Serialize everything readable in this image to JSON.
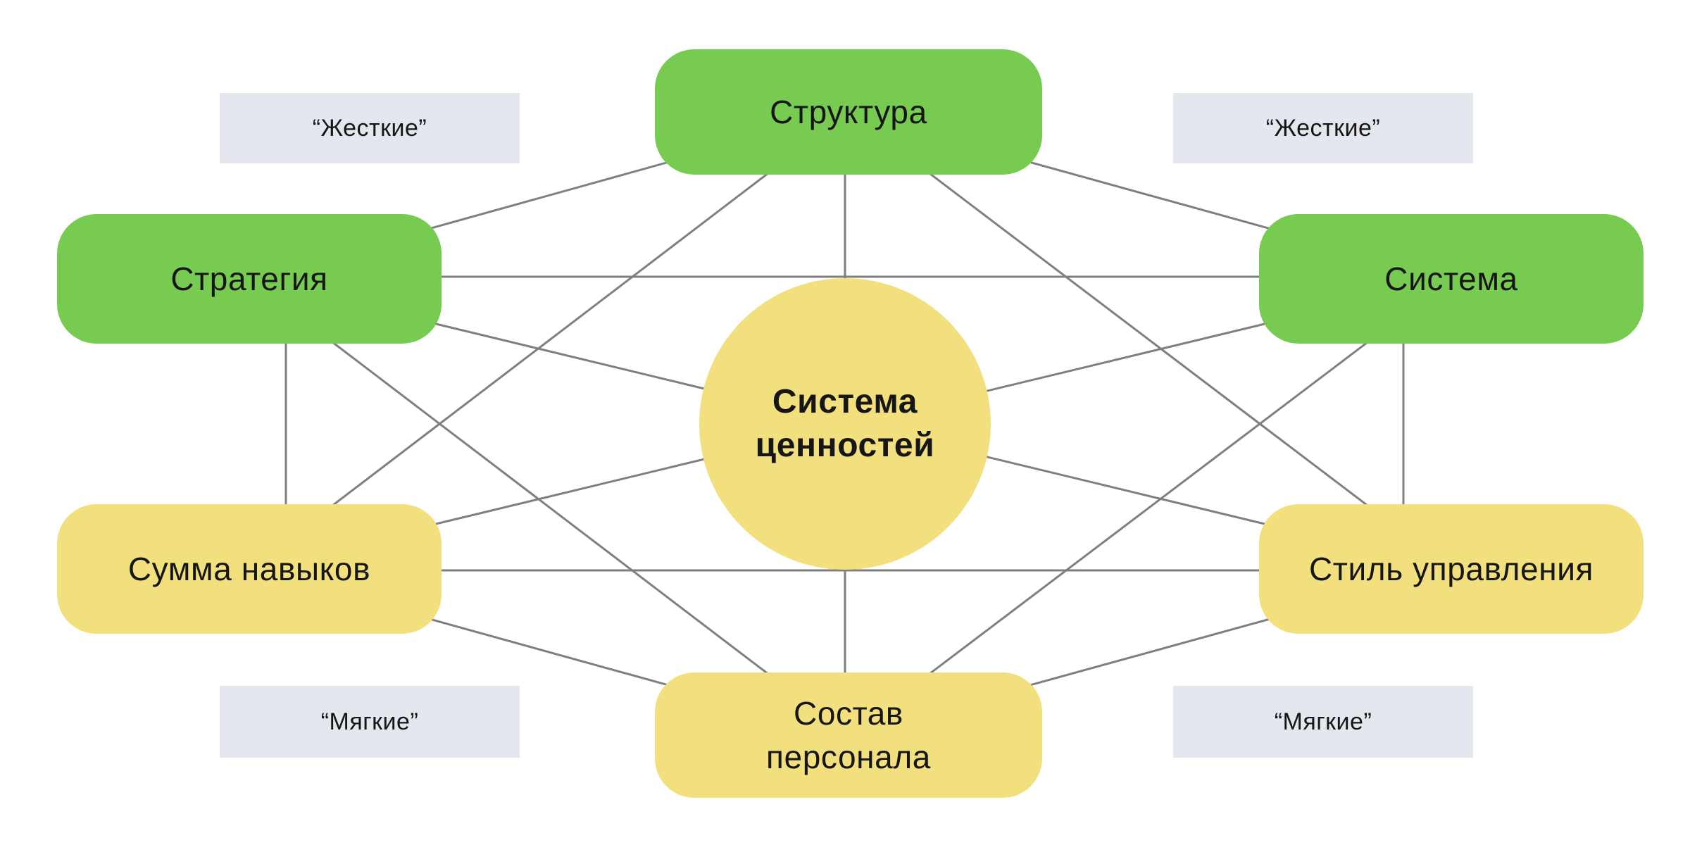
{
  "diagram": {
    "center": {
      "label": "Система\nценностей"
    },
    "nodes": {
      "structure": {
        "label": "Структура"
      },
      "strategy": {
        "label": "Стратегия"
      },
      "system": {
        "label": "Система"
      },
      "skills": {
        "label": "Сумма навыков"
      },
      "style": {
        "label": "Стиль управления"
      },
      "staff": {
        "label": "Состав\nперсонала"
      }
    },
    "group_labels": {
      "top_left": "“Жесткие”",
      "top_right": "“Жесткие”",
      "bottom_left": "“Мягкие”",
      "bottom_right": "“Мягкие”"
    },
    "colors": {
      "hard_node": "#77CB51",
      "soft_node": "#F2DF7E",
      "group_label_bg": "#E4E8EE",
      "connector": "#7F7F7F",
      "text": "#161616",
      "background": "#FFFFFF"
    }
  }
}
